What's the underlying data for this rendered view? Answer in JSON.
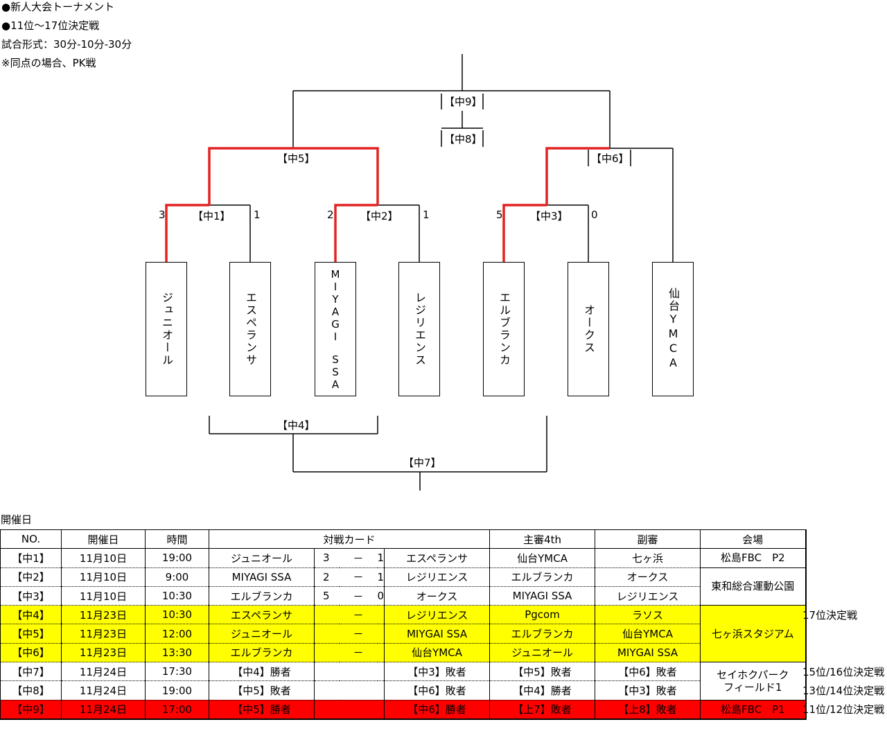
{
  "header": {
    "line1": "●新人大会トーナメント",
    "line2": "●11位～17位決定戦",
    "line3": "試合形式：30分-10分-30分",
    "line4": "※同点の場合、PK戦"
  },
  "colors": {
    "winner_line": "#e32222",
    "highlight_yellow": "#ffff00",
    "highlight_red": "#ff0000"
  },
  "bracket": {
    "teams": [
      "ジュニオール",
      "エスペランサ",
      "MIYAGI SSA",
      "レジリエンス",
      "エルブランカ",
      "オークス",
      "仙台YMCA"
    ],
    "team_display": [
      "ジュニオール",
      "エスペランサ",
      "MIYAGI　SSA",
      "レジリエンス",
      "エルブランカ",
      "オークス",
      "仙台YMCA"
    ],
    "matches": {
      "m1": "【中1】",
      "m2": "【中2】",
      "m3": "【中3】",
      "m4": "【中4】",
      "m5": "【中5】",
      "m6": "【中6】",
      "m7": "【中7】",
      "m8": "【中8】",
      "m9": "【中9】"
    },
    "scores": {
      "m1_left": "3",
      "m1_right": "1",
      "m2_left": "2",
      "m2_right": "1",
      "m3_left": "5",
      "m3_right": "0"
    }
  },
  "schedule": {
    "title": "開催日",
    "columns": {
      "no": "NO.",
      "date": "開催日",
      "time": "時間",
      "card": "対戦カード",
      "referee": "主審4th",
      "assistant": "副審",
      "venue": "会場"
    },
    "rows": [
      {
        "no": "【中1】",
        "date": "11月10日",
        "time": "19:00",
        "home": "ジュニオール",
        "s1": "3",
        "dash": "－",
        "s2": "1",
        "away": "エスペランサ",
        "referee": "仙台YMCA",
        "assistant": "七ヶ浜"
      },
      {
        "no": "【中2】",
        "date": "11月10日",
        "time": "9:00",
        "home": "MIYAGI SSA",
        "s1": "2",
        "dash": "－",
        "s2": "1",
        "away": "レジリエンス",
        "referee": "エルブランカ",
        "assistant": "オークス"
      },
      {
        "no": "【中3】",
        "date": "11月10日",
        "time": "10:30",
        "home": "エルブランカ",
        "s1": "5",
        "dash": "－",
        "s2": "0",
        "away": "オークス",
        "referee": "MIYAGI SSA",
        "assistant": "レジリエンス"
      },
      {
        "no": "【中4】",
        "date": "11月23日",
        "time": "10:30",
        "home": "エスペランサ",
        "s1": "",
        "dash": "－",
        "s2": "",
        "away": "レジリエンス",
        "referee": "Pgcom",
        "assistant": "ラソス"
      },
      {
        "no": "【中5】",
        "date": "11月23日",
        "time": "12:00",
        "home": "ジュニオール",
        "s1": "",
        "dash": "－",
        "s2": "",
        "away": "MIYGAI SSA",
        "referee": "エルブランカ",
        "assistant": "仙台YMCA"
      },
      {
        "no": "【中6】",
        "date": "11月23日",
        "time": "13:30",
        "home": "エルブランカ",
        "s1": "",
        "dash": "－",
        "s2": "",
        "away": "仙台YMCA",
        "referee": "ジュニオール",
        "assistant": "MIYGAI SSA"
      },
      {
        "no": "【中7】",
        "date": "11月24日",
        "time": "17:30",
        "home": "【中4】勝者",
        "s1": "",
        "dash": "",
        "s2": "",
        "away": "【中3】敗者",
        "referee": "【中5】敗者",
        "assistant": "【中6】敗者"
      },
      {
        "no": "【中8】",
        "date": "11月24日",
        "time": "19:00",
        "home": "【中5】敗者",
        "s1": "",
        "dash": "",
        "s2": "",
        "away": "【中6】敗者",
        "referee": "【中4】勝者",
        "assistant": "【中3】敗者"
      },
      {
        "no": "【中9】",
        "date": "11月24日",
        "time": "17:00",
        "home": "【中5】勝者",
        "s1": "",
        "dash": "",
        "s2": "",
        "away": "【中6】勝者",
        "referee": "【上7】敗者",
        "assistant": "【上8】敗者"
      }
    ],
    "venues": {
      "v1": "松島FBC　P2",
      "v2": "東和総合運動公園",
      "v3": "七ヶ浜スタジアム",
      "v4": "セイホクパーク\nフィールド1",
      "v5": "松島FBC　P1"
    },
    "notes": {
      "n4": "17位決定戦",
      "n7": "15位/16位決定戦",
      "n8": "13位/14位決定戦",
      "n9": "11位/12位決定戦"
    }
  }
}
